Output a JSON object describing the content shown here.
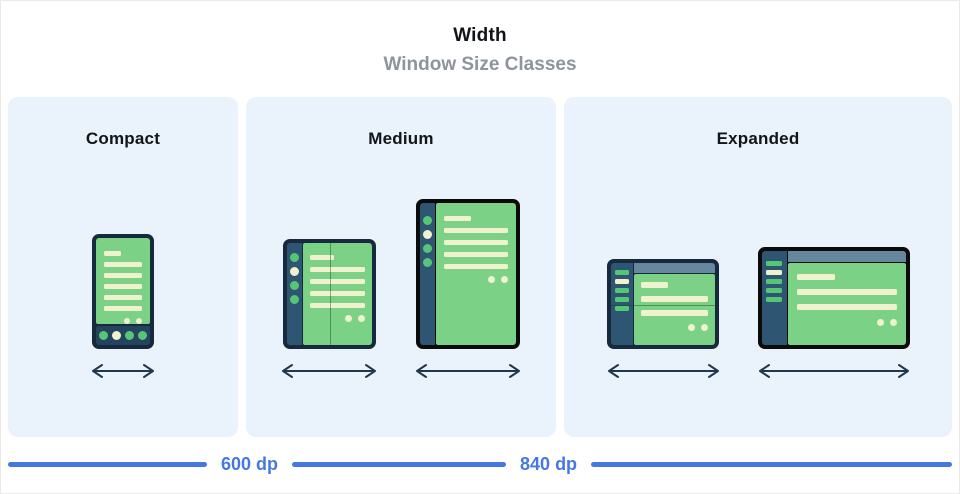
{
  "header": {
    "title": "Width",
    "subtitle": "Window Size Classes"
  },
  "size_classes": [
    {
      "label": "Compact",
      "devices": [
        "phone-portrait-icon"
      ]
    },
    {
      "label": "Medium",
      "devices": [
        "foldable-open-icon",
        "tablet-portrait-icon"
      ]
    },
    {
      "label": "Expanded",
      "devices": [
        "foldable-landscape-icon",
        "tablet-landscape-icon"
      ]
    }
  ],
  "axis": {
    "breakpoints": [
      "600 dp",
      "840 dp"
    ]
  },
  "colors": {
    "accent_blue": "#4678e2",
    "panel_bg": "#eaf2fb",
    "subtitle_gray": "#8d949b",
    "frame_navy": "#16293d",
    "frame_black": "#0b0b0b",
    "rail_steel": "#2e5673",
    "screen_green": "#7bd185",
    "item_green": "#55c675",
    "cream": "#f0f1cd",
    "header_slate": "#65889f",
    "arrow_navy": "#20374e"
  }
}
